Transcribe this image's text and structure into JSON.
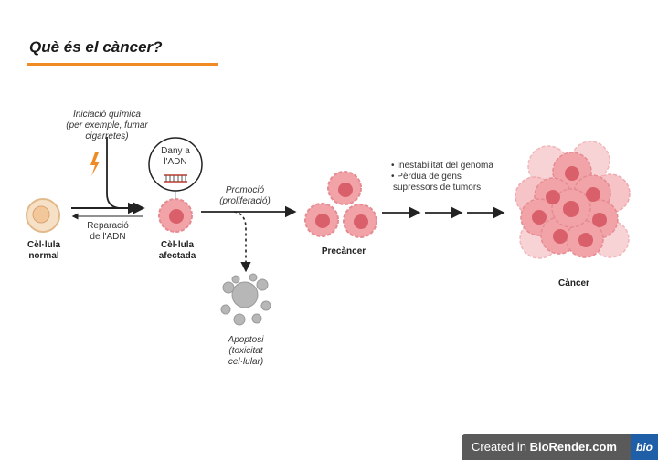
{
  "title": "Què és el càncer?",
  "colors": {
    "accent": "#f08a24",
    "cell_pink": "#f1a3a8",
    "nucleus": "#d9606b",
    "apoptosis_gray": "#b7b7b7",
    "badge_bg": "#5a5a5a",
    "badge_logo": "#1f5fa8"
  },
  "labels": {
    "chemical_initiation": [
      "Iniciació química",
      "(per exemple, fumar",
      "cigarretes)"
    ],
    "dna_repair": [
      "Reparació",
      "de l'ADN"
    ],
    "dna_damage": [
      "Dany a",
      "l'ADN"
    ],
    "normal_cell": [
      "Cèl·lula",
      "normal"
    ],
    "affected_cell": [
      "Cèl·lula",
      "afectada"
    ],
    "promotion": [
      "Promoció",
      "(proliferació)"
    ],
    "apoptosis": [
      "Apoptosi",
      "(toxicitat",
      "cel·lular)"
    ],
    "precancer": "Precàncer",
    "progression_bullets": [
      "• Inestabilitat del genoma",
      "• Pèrdua de gens",
      "supressors de tumors"
    ],
    "cancer": "Càncer"
  },
  "icons": {
    "lightning": "lightning-icon",
    "dna": "dna-icon"
  },
  "watermark": {
    "prefix": "Created in ",
    "brand": "BioRender.com",
    "logo": "bio"
  }
}
